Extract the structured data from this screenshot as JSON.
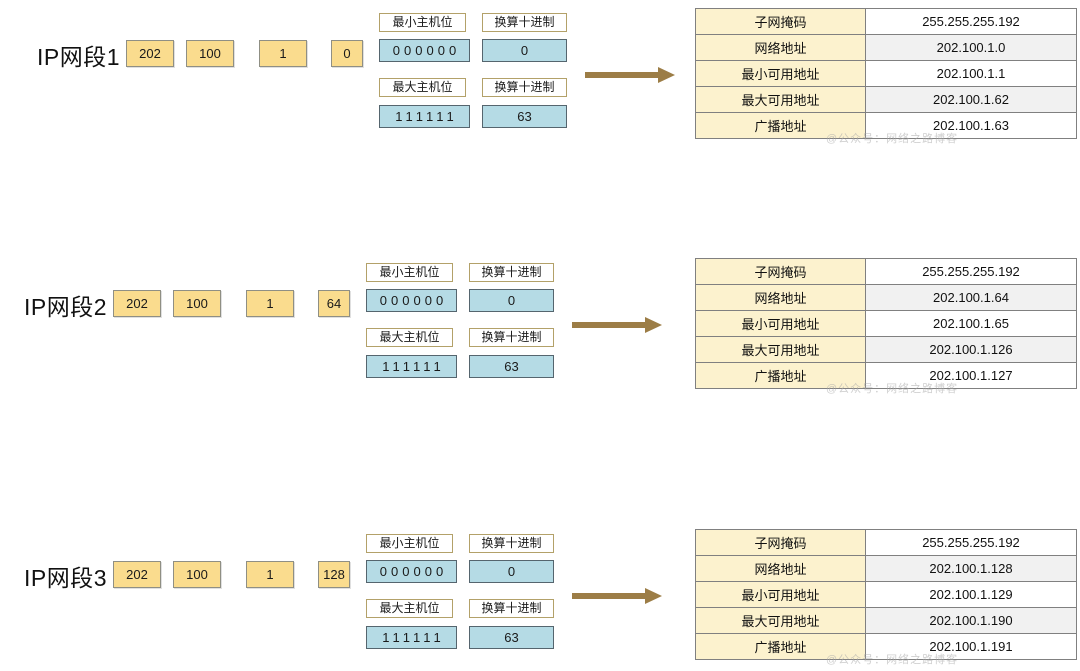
{
  "watermark": "@公众号：网络之路博客",
  "labels": {
    "min_host_bits": "最小主机位",
    "max_host_bits": "最大主机位",
    "to_decimal": "换算十进制"
  },
  "colors": {
    "octet_fill": "#fadc8e",
    "binary_fill": "#b5dbe5",
    "table_label_fill": "#fcf2ce",
    "label_border": "#b3a169",
    "arrow": "#9c7d46"
  },
  "segments": [
    {
      "name": "IP网段1",
      "octets": [
        "202",
        "100",
        "1",
        "0"
      ],
      "min_bits": "000000",
      "min_decimal": "0",
      "max_bits": "111111",
      "max_decimal": "63",
      "table": {
        "rows": [
          {
            "label": "子网掩码",
            "value": "255.255.255.192"
          },
          {
            "label": "网络地址",
            "value": "202.100.1.0"
          },
          {
            "label": "最小可用地址",
            "value": "202.100.1.1"
          },
          {
            "label": "最大可用地址",
            "value": "202.100.1.62"
          },
          {
            "label": "广播地址",
            "value": "202.100.1.63"
          }
        ]
      }
    },
    {
      "name": "IP网段2",
      "octets": [
        "202",
        "100",
        "1",
        "64"
      ],
      "min_bits": "000000",
      "min_decimal": "0",
      "max_bits": "111111",
      "max_decimal": "63",
      "table": {
        "rows": [
          {
            "label": "子网掩码",
            "value": "255.255.255.192"
          },
          {
            "label": "网络地址",
            "value": "202.100.1.64"
          },
          {
            "label": "最小可用地址",
            "value": "202.100.1.65"
          },
          {
            "label": "最大可用地址",
            "value": "202.100.1.126"
          },
          {
            "label": "广播地址",
            "value": "202.100.1.127"
          }
        ]
      }
    },
    {
      "name": "IP网段3",
      "octets": [
        "202",
        "100",
        "1",
        "128"
      ],
      "min_bits": "000000",
      "min_decimal": "0",
      "max_bits": "111111",
      "max_decimal": "63",
      "table": {
        "rows": [
          {
            "label": "子网掩码",
            "value": "255.255.255.192"
          },
          {
            "label": "网络地址",
            "value": "202.100.1.128"
          },
          {
            "label": "最小可用地址",
            "value": "202.100.1.129"
          },
          {
            "label": "最大可用地址",
            "value": "202.100.1.190"
          },
          {
            "label": "广播地址",
            "value": "202.100.1.191"
          }
        ]
      }
    }
  ]
}
